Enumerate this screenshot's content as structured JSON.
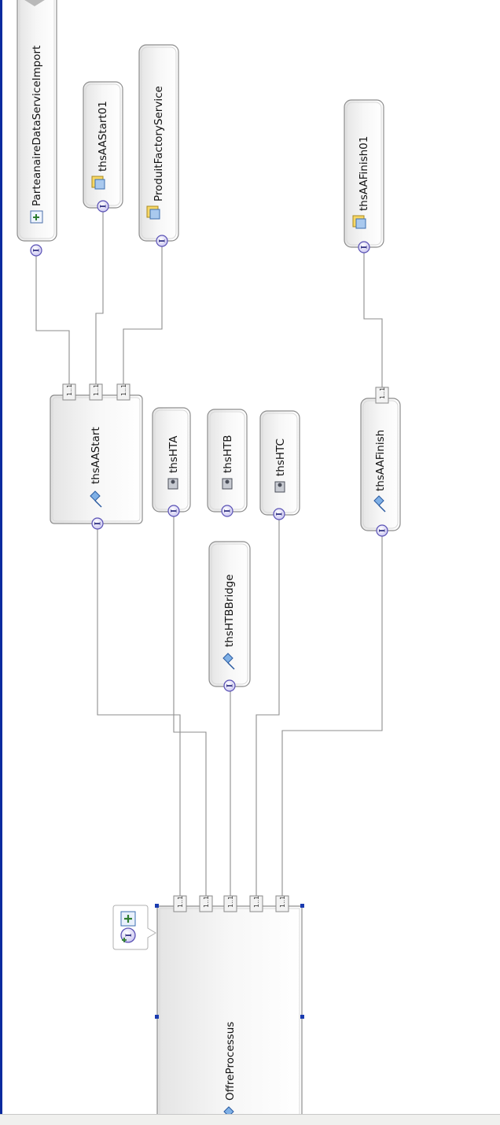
{
  "diagram": {
    "components": [
      {
        "id": "partenaire",
        "label": "ParteanaireDataServiceImport",
        "kind": "import"
      },
      {
        "id": "start01",
        "label": "thsAAStart01",
        "kind": "java"
      },
      {
        "id": "produit",
        "label": "ProduitFactoryService",
        "kind": "java"
      },
      {
        "id": "finish01",
        "label": "thsAAFinish01",
        "kind": "java"
      },
      {
        "id": "aastart",
        "label": "thsAAStart",
        "kind": "process"
      },
      {
        "id": "hta",
        "label": "thsHTA",
        "kind": "human-task"
      },
      {
        "id": "htb",
        "label": "thsHTB",
        "kind": "human-task"
      },
      {
        "id": "htc",
        "label": "thsHTC",
        "kind": "human-task"
      },
      {
        "id": "aafinish",
        "label": "thsAAFinish",
        "kind": "process"
      },
      {
        "id": "bridge",
        "label": "thsHTBBridge",
        "kind": "process"
      },
      {
        "id": "offre",
        "label": "OffreProcessus",
        "kind": "process"
      }
    ],
    "multiplicity": "1..1",
    "interface_glyph": "I",
    "colors": {
      "frame": "#8d8d8d",
      "wire": "#8a8a8a",
      "interface": "#5a52b5",
      "accent": "#1a3bb0"
    }
  }
}
